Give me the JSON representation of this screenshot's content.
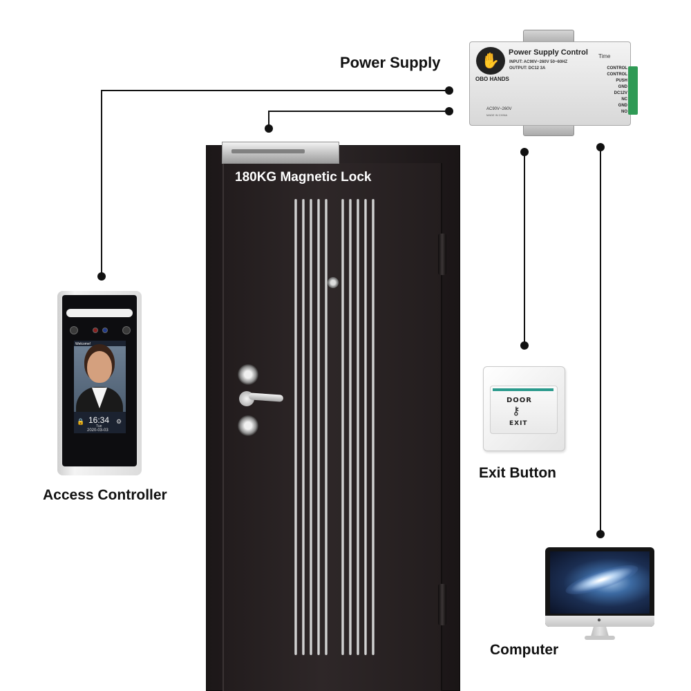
{
  "labels": {
    "power_supply": "Power Supply",
    "magnetic_lock": "180KG Magnetic Lock",
    "access_controller": "Access Controller",
    "exit_button": "Exit Button",
    "computer": "Computer"
  },
  "power_supply_unit": {
    "title": "Power Supply Control",
    "brand": "OBO HANDS",
    "input_spec": "INPUT: AC90V~260V 50~60HZ",
    "output_spec": "OUTPUT: DC12 3A",
    "ac_label": "AC90V~260V",
    "made_in": "MADE IN CHINA",
    "time_label": "Time",
    "terminals": [
      "CONTROL",
      "CONTROL",
      "PUSH",
      "GND",
      "DC12V",
      "NC",
      "GND",
      "NO"
    ]
  },
  "access_controller_screen": {
    "welcome": "Welcome!",
    "time": "16:34",
    "day": "Tue",
    "date": "2020-03-03"
  },
  "exit_button_face": {
    "top": "DOOR",
    "bottom": "EXIT"
  },
  "icons": [
    "hand-logo-icon",
    "key-icon",
    "lock-icon",
    "gear-icon",
    "apple-logo-icon",
    "hinge-icon",
    "lock-cylinder-icon"
  ],
  "colors": {
    "wire": "#111111",
    "door": "#2a2425",
    "exit_accent": "#2a9a8c",
    "terminal": "#2f9a55"
  }
}
